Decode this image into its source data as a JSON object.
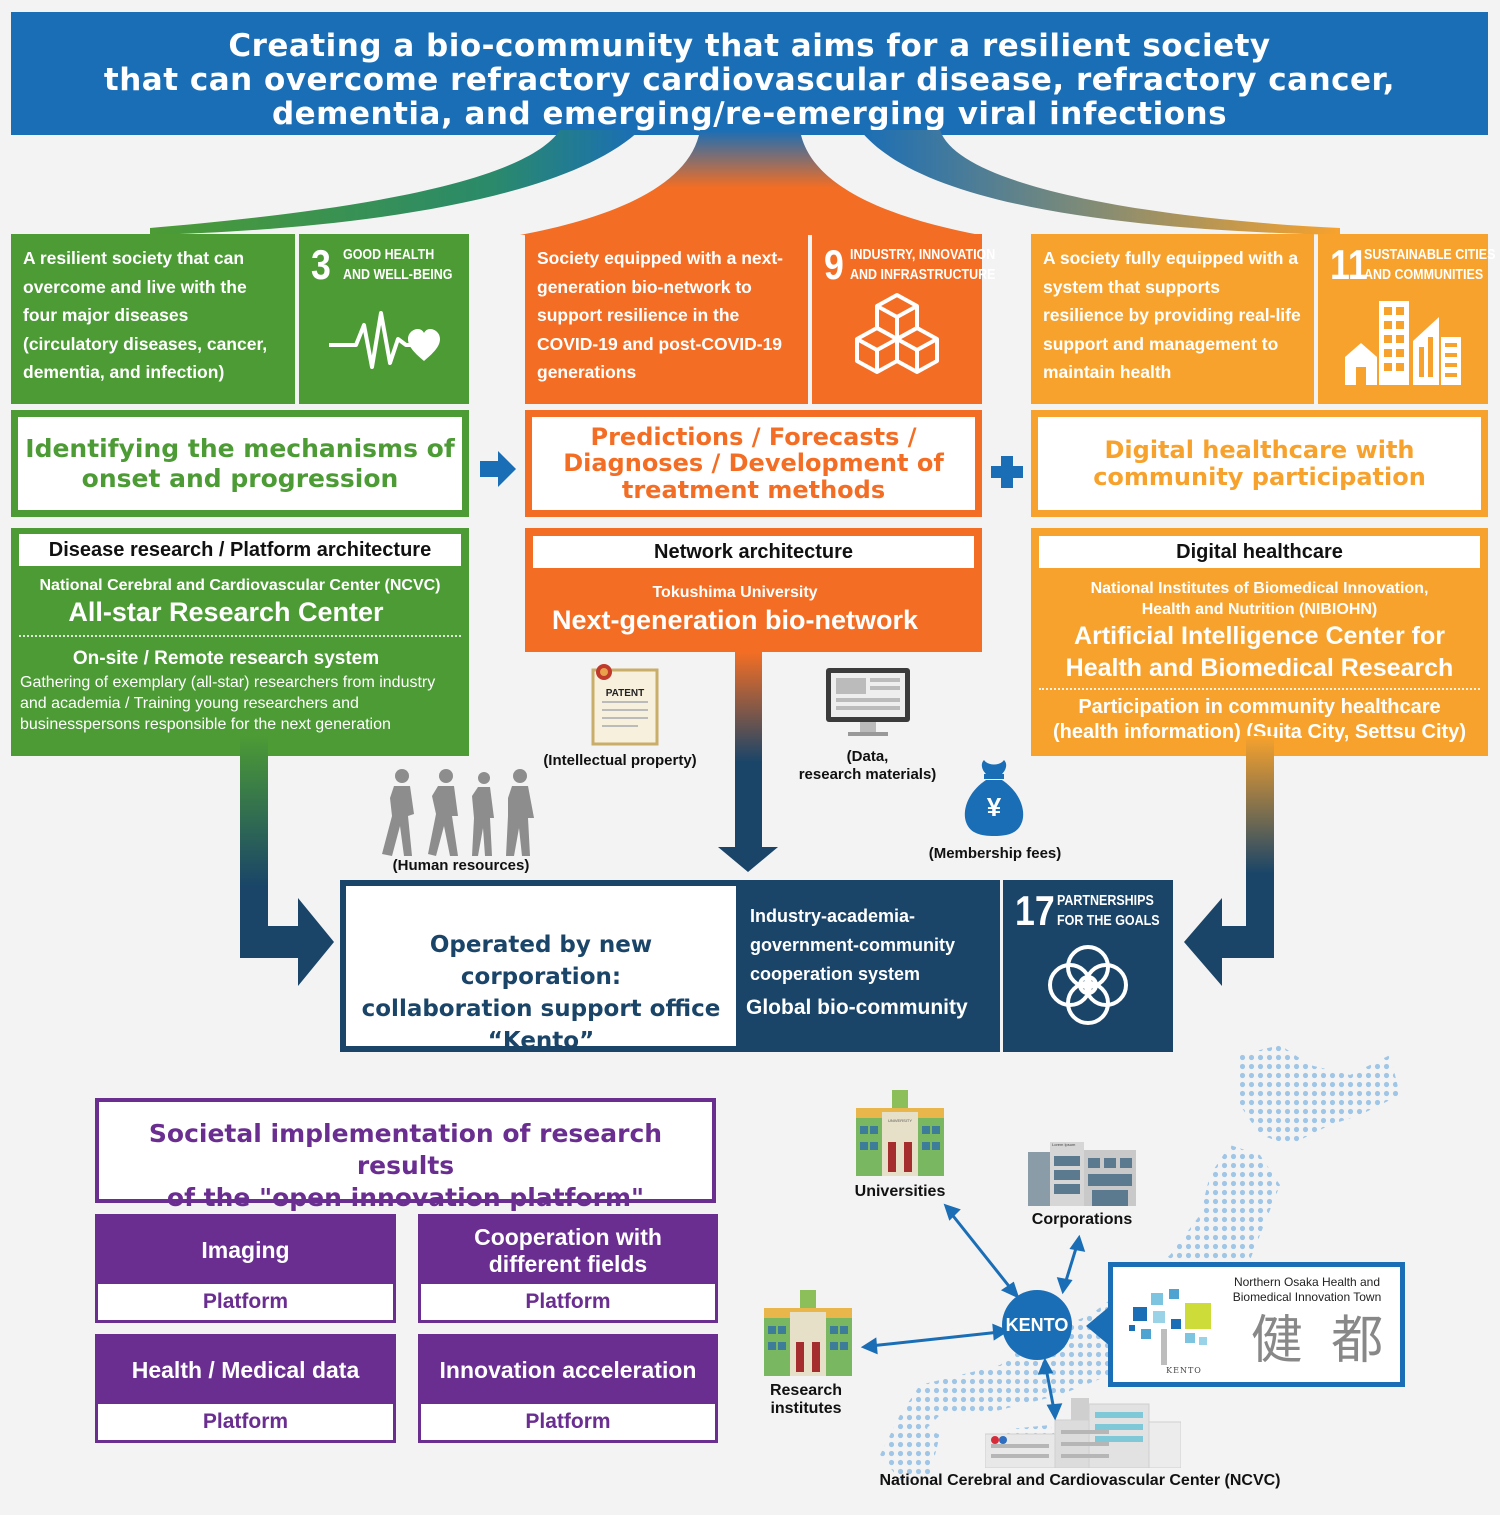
{
  "banner": {
    "line1": "Creating a bio-community that aims for a resilient society",
    "line2": "that can overcome refractory cardiovascular disease, refractory cancer,",
    "line3": "dementia, and emerging/re-emerging viral infections"
  },
  "columns": {
    "left": {
      "society": "A resilient society that can overcome and live with the four major diseases (circulatory diseases, cancer, dementia, and infection)",
      "sdg_num": "3",
      "sdg_l1": "GOOD HEALTH",
      "sdg_l2": "AND WELL-BEING",
      "mech_l1": "Identifying the mechanisms of",
      "mech_l2": "onset and progression",
      "arch": "Disease research / Platform architecture",
      "org": "National Cerebral and Cardiovascular Center (NCVC)",
      "center": "All-star Research Center",
      "sub_title": "On-site / Remote research system",
      "sub_desc": "Gathering of exemplary (all-star) researchers from industry and academia / Training young researchers and businesspersons responsible for the next generation"
    },
    "middle": {
      "society": "Society equipped with a next-generation bio-network to support resilience in the COVID-19 and post-COVID-19 generations",
      "sdg_num": "9",
      "sdg_l1": "INDUSTRY, INNOVATION",
      "sdg_l2": "AND INFRASTRUCTURE",
      "mech_l1": "Predictions / Forecasts /",
      "mech_l2": "Diagnoses / Development of",
      "mech_l3": "treatment methods",
      "arch": "Network architecture",
      "org": "Tokushima University",
      "center": "Next-generation bio-network"
    },
    "right": {
      "society": "A society fully equipped with a system that supports resilience by providing real-life support and management to maintain health",
      "sdg_num": "11",
      "sdg_l1": "SUSTAINABLE CITIES",
      "sdg_l2": "AND COMMUNITIES",
      "mech_l1": "Digital healthcare with",
      "mech_l2": "community participation",
      "arch": "Digital healthcare",
      "org_l1": "National Institutes of Biomedical Innovation,",
      "org_l2": "Health and Nutrition (NIBIOHN)",
      "center_l1": "Artificial Intelligence Center for",
      "center_l2": "Health and Biomedical Research",
      "sub_l1": "Participation in community healthcare",
      "sub_l2": "(health information) (Suita City, Settsu City)"
    }
  },
  "resources": {
    "patent_label": "PATENT",
    "ip": "(Intellectual property)",
    "data_l1": "(Data,",
    "data_l2": "research materials)",
    "fees": "(Membership fees)",
    "yen": "¥",
    "human": "(Human resources)"
  },
  "kento": {
    "op_l1": "Operated by new corporation:",
    "op_l2": "collaboration support office",
    "op_l3": "“Kento”",
    "coop_l1": "Industry-academia-",
    "coop_l2": "government-community",
    "coop_l3": "cooperation system",
    "global": "Global bio-community",
    "sdg_num": "17",
    "sdg_l1": "PARTNERSHIPS",
    "sdg_l2": "FOR THE GOALS"
  },
  "societal": {
    "l1": "Societal implementation of research results",
    "l2": "of the \"open innovation platform\""
  },
  "platforms": [
    {
      "title": "Imaging",
      "sub": "Platform"
    },
    {
      "title_l1": "Cooperation with",
      "title_l2": "different fields",
      "sub": "Platform"
    },
    {
      "title": "Health / Medical data",
      "sub": "Platform"
    },
    {
      "title": "Innovation acceleration",
      "sub": "Platform"
    }
  ],
  "network": {
    "universities": "Universities",
    "university_sign": "UNIVERSITY",
    "corporations": "Corporations",
    "corp_sign": "Lorem Ipsum",
    "research_l1": "Research",
    "research_l2": "institutes",
    "ncvc": "National Cerebral and Cardiovascular Center (NCVC)",
    "hub": "KENTO",
    "town_l1": "Northern Osaka Health and",
    "town_l2": "Biomedical Innovation Town",
    "logo_small": "KENTO",
    "kanji": "健 都"
  },
  "colors": {
    "blue": "#1a6eb6",
    "green": "#4c9b35",
    "orange": "#f36e24",
    "amber": "#f7a22d",
    "navy": "#1a4568",
    "purple": "#6a2d90"
  }
}
